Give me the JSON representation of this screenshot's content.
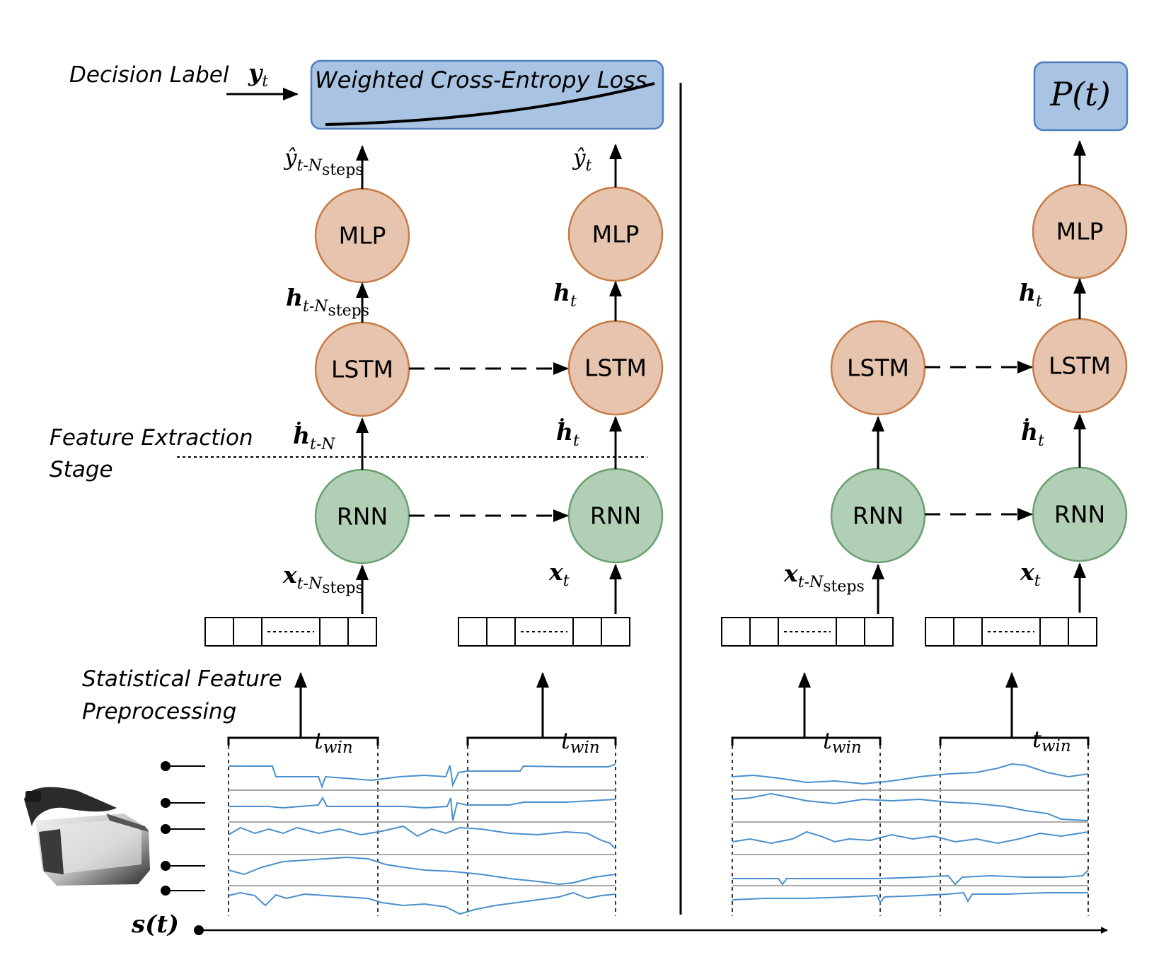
{
  "labels": {
    "decision_label": "Decision Label",
    "feature_extraction_line1": "Feature Extraction",
    "feature_extraction_line2": "Stage",
    "statistical_line1": "Statistical Feature",
    "statistical_line2": "Preprocessing",
    "loss": "Weighted Cross-Entropy Loss",
    "output": "P(t)",
    "signal_axis": "s(t)"
  },
  "nodes": {
    "mlp": "MLP",
    "lstm": "LSTM",
    "rnn": "RNN"
  },
  "variables": {
    "y_base": "y",
    "y_sub": "t",
    "yhat_base": "ŷ",
    "yhat_sub_t": "t",
    "yhat_sub_n": "t-N",
    "steps": "steps",
    "h_base": "h",
    "h_sub_t": "t",
    "h_sub_n": "t-N",
    "hdot_base": "ḣ",
    "hdot_sub_t": "t",
    "hdot_sub_n": "t-N",
    "x_base": "x",
    "x_sub_t": "t",
    "x_sub_n": "t-N",
    "twin_base": "t",
    "twin_sub": "win"
  },
  "colors": {
    "orange_fill": "#e6c4ad",
    "green_fill": "#b0cfb5",
    "loss_fill": "#a9c3e2",
    "signal": "#4a8fcb"
  },
  "icon": "vr-headset-icon"
}
